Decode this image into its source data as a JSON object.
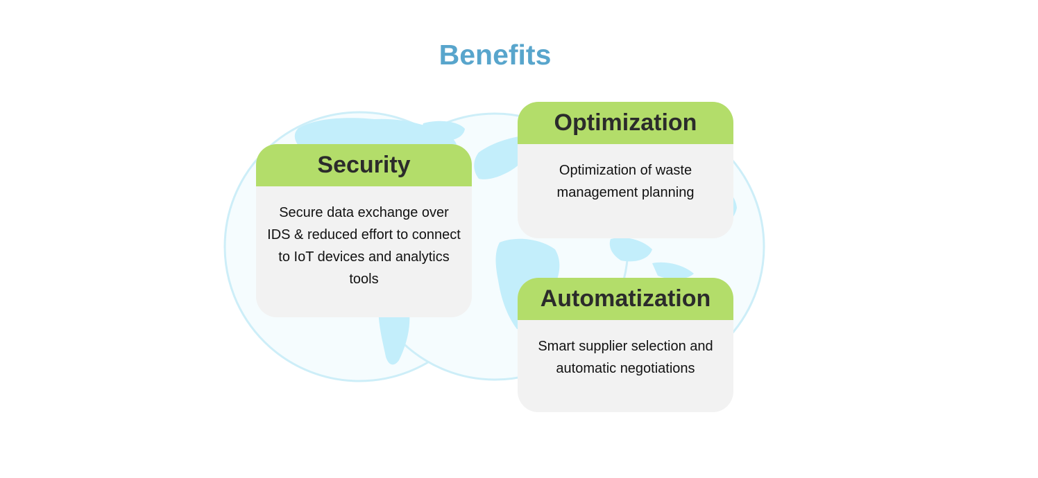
{
  "title": "Benefits",
  "cards": {
    "security": {
      "title": "Security",
      "body": "Secure data exchange over IDS & reduced effort to connect to IoT devices and analytics tools"
    },
    "optimization": {
      "title": "Optimization",
      "body": "Optimization of waste management planning"
    },
    "automatization": {
      "title": "Automatization",
      "body": "Smart supplier selection and automatic negotiations"
    }
  },
  "colors": {
    "title": "#58a5cc",
    "card_header": "#b3dd6a",
    "card_body": "#f2f2f2",
    "globe_outline": "#cdeef8",
    "globe_fill": "#f5fcfe",
    "land": "#c3eefb"
  }
}
